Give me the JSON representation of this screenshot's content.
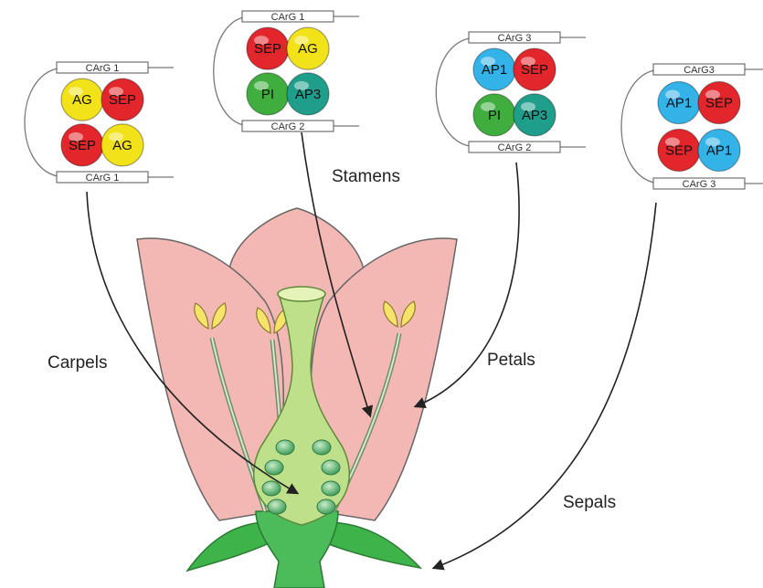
{
  "colors": {
    "AG": "#f2e21a",
    "SEP": "#e3262b",
    "PI": "#3fae3f",
    "AP3": "#1f9e8c",
    "AP1": "#33b3e8",
    "petal": "#f4b8b4",
    "sepal": "#3db34a",
    "pistil": "#bfe08a"
  },
  "complexes": [
    {
      "id": "carpels",
      "top_carg": "CArG 1",
      "bottom_carg": "CArG 1",
      "proteins": [
        "AG",
        "SEP",
        "SEP",
        "AG"
      ]
    },
    {
      "id": "stamens",
      "top_carg": "CArG 1",
      "bottom_carg": "CArG 2",
      "proteins": [
        "SEP",
        "AG",
        "PI",
        "AP3"
      ]
    },
    {
      "id": "petals",
      "top_carg": "CArG 3",
      "bottom_carg": "CArG 2",
      "proteins": [
        "AP1",
        "SEP",
        "PI",
        "AP3"
      ]
    },
    {
      "id": "sepals",
      "top_carg": "CArG3",
      "bottom_carg": "CArG 3",
      "proteins": [
        "AP1",
        "SEP",
        "SEP",
        "AP1"
      ]
    }
  ],
  "labels": {
    "carpels": "Carpels",
    "stamens": "Stamens",
    "petals": "Petals",
    "sepals": "Sepals"
  }
}
